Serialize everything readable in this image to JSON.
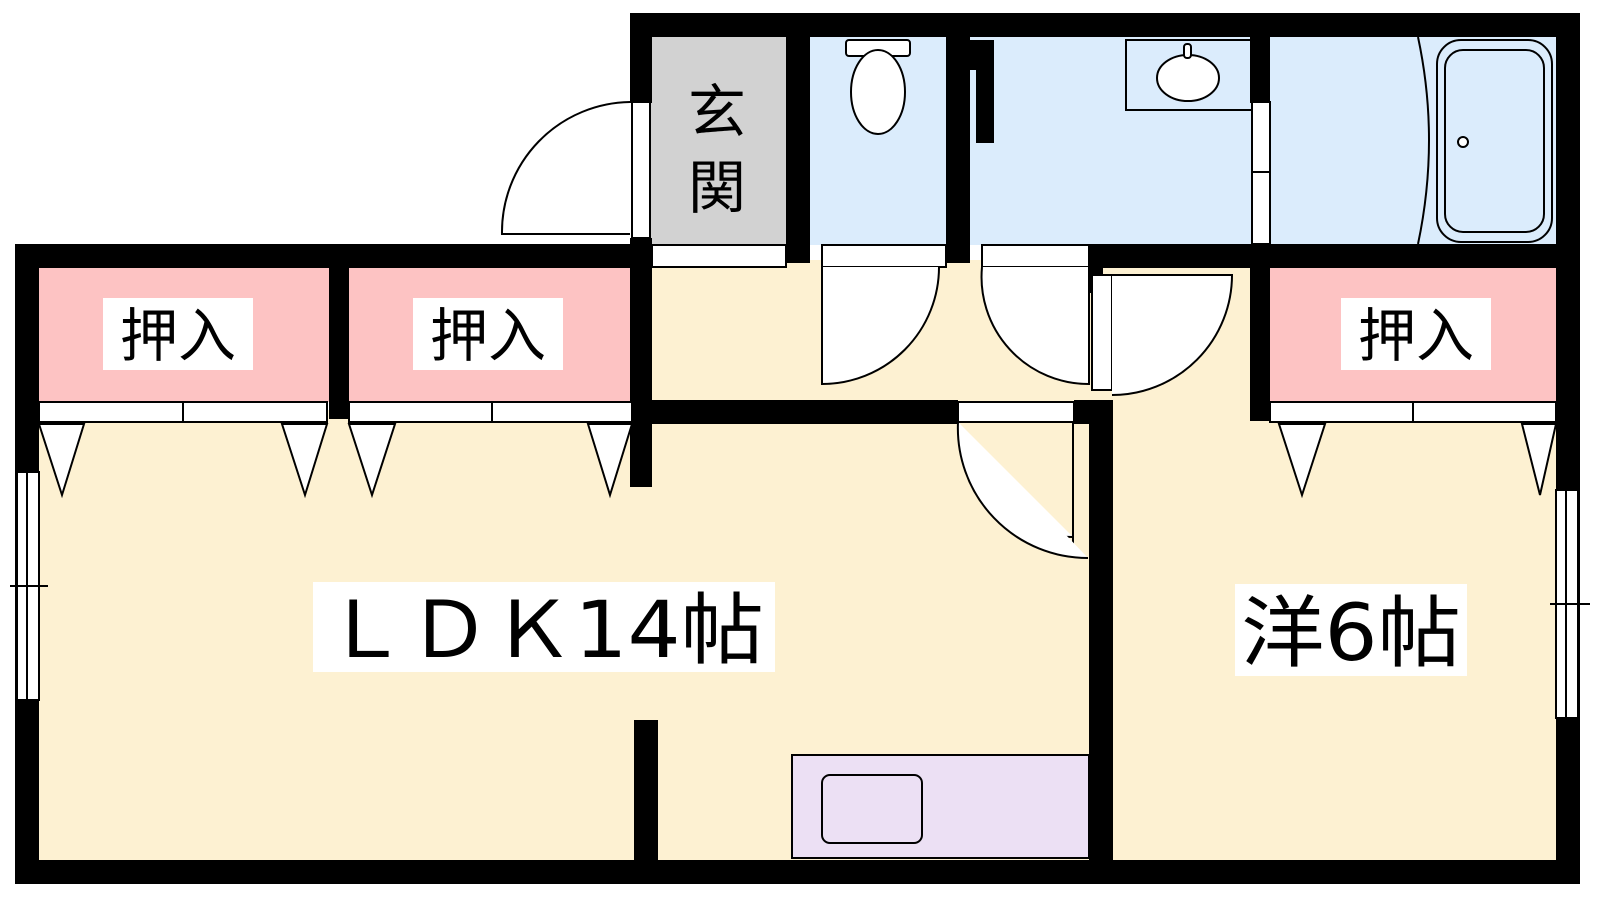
{
  "labels": {
    "entrance": "玄関",
    "closet": "押入",
    "ldk": "ＬＤＫ14帖",
    "western_room": "洋6帖"
  },
  "icons": {
    "toilet": "toilet-icon",
    "washbasin": "washbasin-icon",
    "bathtub": "bathtub-icon",
    "kitchen_sink": "kitchen-sink-icon"
  },
  "colors": {
    "wall": "#000000",
    "floor_living": "#fdf1d2",
    "closet": "#fdc3c3",
    "wet_area": "#dbecfc",
    "entrance": "#d2d2d2",
    "kitchen": "#ece0f4",
    "label_bg": "#ffffff"
  }
}
